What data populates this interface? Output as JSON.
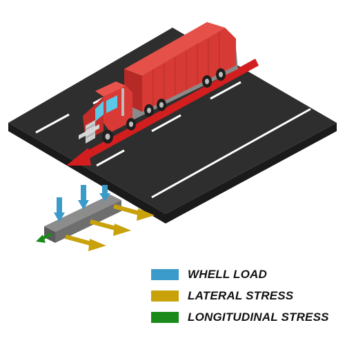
{
  "colors": {
    "wheel_load": "#3a9ac9",
    "lateral_stress": "#c9a10a",
    "longitudinal_stress": "#1b8a1b",
    "road_top": "#2e2e2e",
    "road_side": "#1a1a1a",
    "lane_marking": "#ffffff",
    "direction_arrow": "#d21e1e",
    "truck_body": "#d93a35",
    "truck_cab": "#e03c32",
    "beam": "#6e6e6e"
  },
  "legend": [
    {
      "key": "wheel_load",
      "label": "WHELL LOAD"
    },
    {
      "key": "lateral_stress",
      "label": "LATERAL STRESS"
    },
    {
      "key": "longitudinal_stress",
      "label": "LONGITUDINAL STRESS"
    }
  ],
  "icons": [
    "road-slab",
    "truck-icon",
    "direction-arrow",
    "concrete-beam",
    "wheel-load-arrow",
    "lateral-stress-arrow",
    "longitudinal-stress-arrow"
  ]
}
